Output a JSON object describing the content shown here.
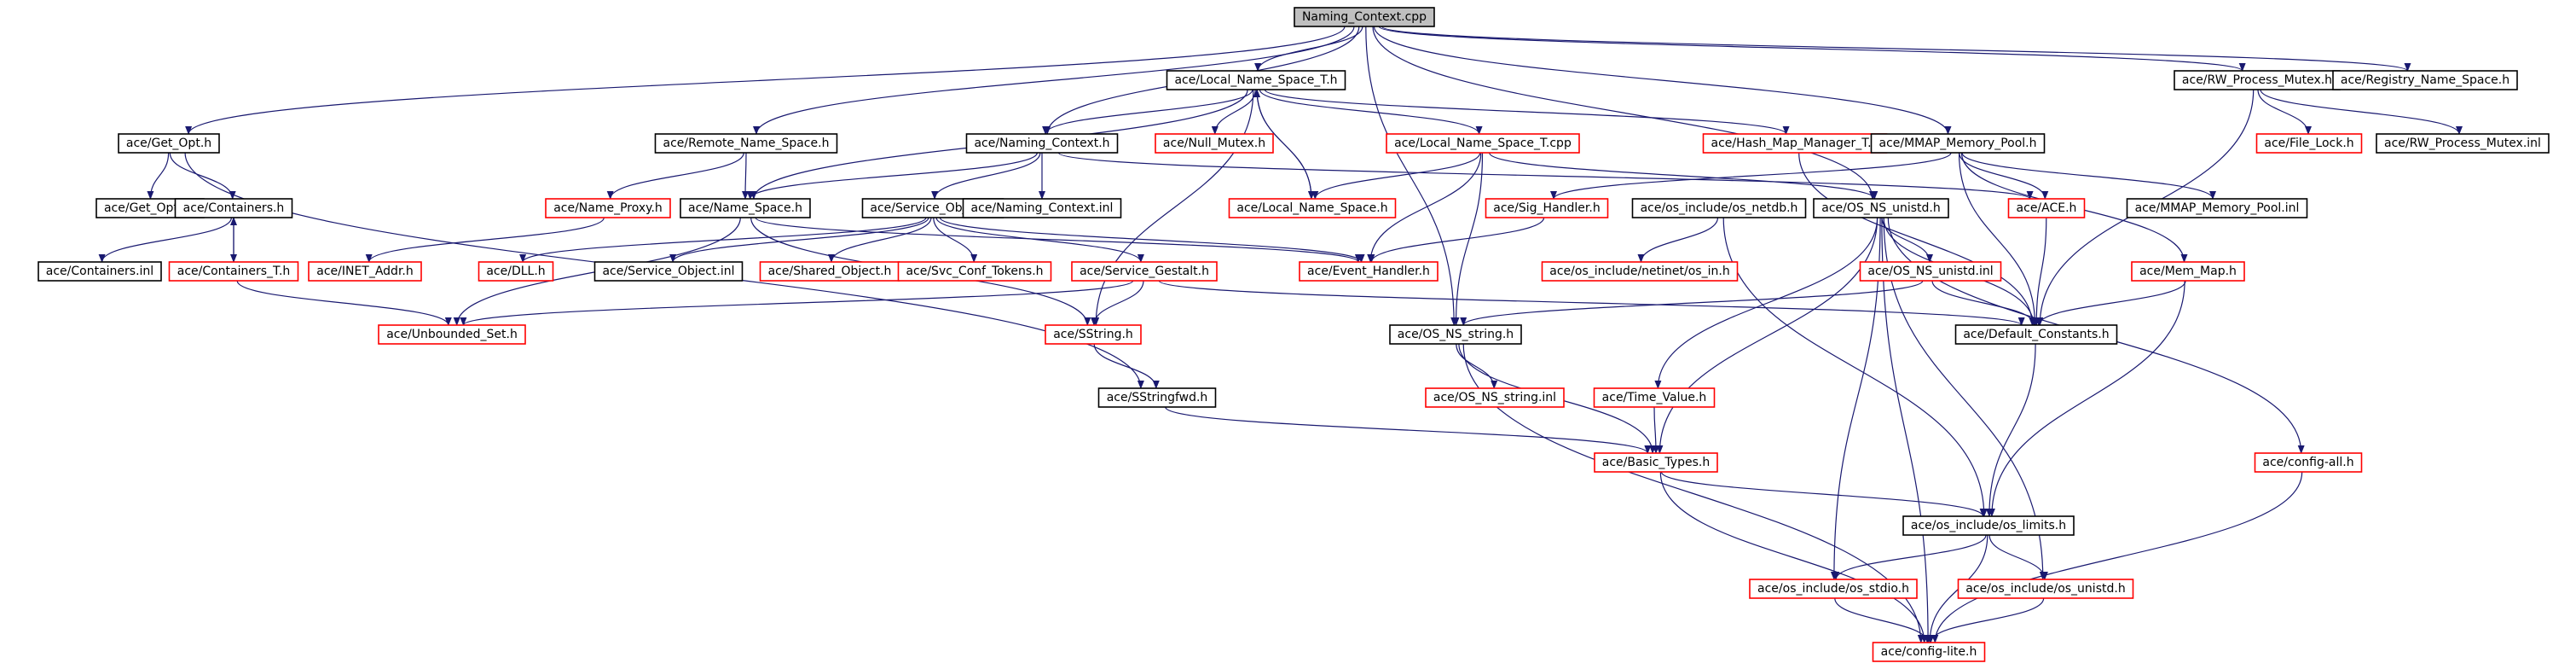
{
  "graph": {
    "nodes": [
      {
        "id": "n0",
        "label": "Naming_Context.cpp",
        "kind": "root"
      },
      {
        "id": "n1",
        "label": "ace/Local_Name_Space_T.h",
        "kind": "doc"
      },
      {
        "id": "n2",
        "label": "ace/RW_Process_Mutex.h",
        "kind": "doc"
      },
      {
        "id": "n3",
        "label": "ace/Registry_Name_Space.h",
        "kind": "doc"
      },
      {
        "id": "n4",
        "label": "ace/Get_Opt.h",
        "kind": "doc"
      },
      {
        "id": "n5",
        "label": "ace/Remote_Name_Space.h",
        "kind": "doc"
      },
      {
        "id": "n6",
        "label": "ace/Naming_Context.h",
        "kind": "doc"
      },
      {
        "id": "n7",
        "label": "ace/Null_Mutex.h",
        "kind": "nodoc"
      },
      {
        "id": "n8",
        "label": "ace/Local_Name_Space_T.cpp",
        "kind": "nodoc"
      },
      {
        "id": "n9",
        "label": "ace/Hash_Map_Manager_T.h",
        "kind": "nodoc"
      },
      {
        "id": "n10",
        "label": "ace/MMAP_Memory_Pool.h",
        "kind": "doc"
      },
      {
        "id": "n11",
        "label": "ace/File_Lock.h",
        "kind": "nodoc"
      },
      {
        "id": "n12",
        "label": "ace/RW_Process_Mutex.inl",
        "kind": "doc"
      },
      {
        "id": "n13",
        "label": "ace/Get_Opt.inl",
        "kind": "doc"
      },
      {
        "id": "n14",
        "label": "ace/Containers.h",
        "kind": "doc"
      },
      {
        "id": "n15",
        "label": "ace/Name_Proxy.h",
        "kind": "nodoc"
      },
      {
        "id": "n16",
        "label": "ace/Name_Space.h",
        "kind": "doc"
      },
      {
        "id": "n17",
        "label": "ace/Service_Object.h",
        "kind": "doc"
      },
      {
        "id": "n18",
        "label": "ace/Naming_Context.inl",
        "kind": "doc"
      },
      {
        "id": "n19",
        "label": "ace/Local_Name_Space.h",
        "kind": "nodoc"
      },
      {
        "id": "n20",
        "label": "ace/Sig_Handler.h",
        "kind": "nodoc"
      },
      {
        "id": "n21",
        "label": "ace/os_include/os_netdb.h",
        "kind": "doc"
      },
      {
        "id": "n22",
        "label": "ace/OS_NS_unistd.h",
        "kind": "doc"
      },
      {
        "id": "n23",
        "label": "ace/ACE.h",
        "kind": "nodoc"
      },
      {
        "id": "n24",
        "label": "ace/MMAP_Memory_Pool.inl",
        "kind": "doc"
      },
      {
        "id": "n25",
        "label": "ace/Containers.inl",
        "kind": "doc"
      },
      {
        "id": "n26",
        "label": "ace/Containers_T.h",
        "kind": "nodoc"
      },
      {
        "id": "n27",
        "label": "ace/INET_Addr.h",
        "kind": "nodoc"
      },
      {
        "id": "n28",
        "label": "ace/DLL.h",
        "kind": "nodoc"
      },
      {
        "id": "n29",
        "label": "ace/Service_Object.inl",
        "kind": "doc"
      },
      {
        "id": "n30",
        "label": "ace/Shared_Object.h",
        "kind": "nodoc"
      },
      {
        "id": "n31",
        "label": "ace/Svc_Conf_Tokens.h",
        "kind": "nodoc"
      },
      {
        "id": "n32",
        "label": "ace/Service_Gestalt.h",
        "kind": "nodoc"
      },
      {
        "id": "n33",
        "label": "ace/Event_Handler.h",
        "kind": "nodoc"
      },
      {
        "id": "n34",
        "label": "ace/os_include/netinet/os_in.h",
        "kind": "nodoc"
      },
      {
        "id": "n35",
        "label": "ace/OS_NS_unistd.inl",
        "kind": "nodoc"
      },
      {
        "id": "n36",
        "label": "ace/Mem_Map.h",
        "kind": "nodoc"
      },
      {
        "id": "n37",
        "label": "ace/Unbounded_Set.h",
        "kind": "nodoc"
      },
      {
        "id": "n38",
        "label": "ace/SString.h",
        "kind": "nodoc"
      },
      {
        "id": "n39",
        "label": "ace/OS_NS_string.h",
        "kind": "doc"
      },
      {
        "id": "n40",
        "label": "ace/Default_Constants.h",
        "kind": "doc"
      },
      {
        "id": "n41",
        "label": "ace/SStringfwd.h",
        "kind": "doc"
      },
      {
        "id": "n42",
        "label": "ace/OS_NS_string.inl",
        "kind": "nodoc"
      },
      {
        "id": "n43",
        "label": "ace/Time_Value.h",
        "kind": "nodoc"
      },
      {
        "id": "n44",
        "label": "ace/Basic_Types.h",
        "kind": "nodoc"
      },
      {
        "id": "n45",
        "label": "ace/config-all.h",
        "kind": "nodoc"
      },
      {
        "id": "n46",
        "label": "ace/os_include/os_limits.h",
        "kind": "doc"
      },
      {
        "id": "n47",
        "label": "ace/os_include/os_stdio.h",
        "kind": "nodoc"
      },
      {
        "id": "n48",
        "label": "ace/os_include/os_unistd.h",
        "kind": "nodoc"
      },
      {
        "id": "n49",
        "label": "ace/config-lite.h",
        "kind": "nodoc"
      }
    ],
    "edges": [
      [
        "n0",
        "n1"
      ],
      [
        "n0",
        "n2"
      ],
      [
        "n0",
        "n3"
      ],
      [
        "n0",
        "n4"
      ],
      [
        "n0",
        "n5"
      ],
      [
        "n0",
        "n6"
      ],
      [
        "n0",
        "n10"
      ],
      [
        "n0",
        "n22"
      ],
      [
        "n0",
        "n39"
      ],
      [
        "n1",
        "n7"
      ],
      [
        "n1",
        "n8"
      ],
      [
        "n1",
        "n9"
      ],
      [
        "n1",
        "n16"
      ],
      [
        "n1",
        "n19"
      ],
      [
        "n1",
        "n6"
      ],
      [
        "n1",
        "n38"
      ],
      [
        "n2",
        "n11"
      ],
      [
        "n2",
        "n12"
      ],
      [
        "n2",
        "n40"
      ],
      [
        "n4",
        "n13"
      ],
      [
        "n4",
        "n14"
      ],
      [
        "n4",
        "n41"
      ],
      [
        "n5",
        "n15"
      ],
      [
        "n5",
        "n16"
      ],
      [
        "n6",
        "n16"
      ],
      [
        "n6",
        "n17"
      ],
      [
        "n6",
        "n18"
      ],
      [
        "n6",
        "n23"
      ],
      [
        "n8",
        "n19"
      ],
      [
        "n8",
        "n22"
      ],
      [
        "n8",
        "n33"
      ],
      [
        "n8",
        "n39"
      ],
      [
        "n9",
        "n40"
      ],
      [
        "n10",
        "n20"
      ],
      [
        "n10",
        "n23"
      ],
      [
        "n10",
        "n24"
      ],
      [
        "n10",
        "n36"
      ],
      [
        "n10",
        "n40"
      ],
      [
        "n14",
        "n25"
      ],
      [
        "n14",
        "n26"
      ],
      [
        "n15",
        "n27"
      ],
      [
        "n16",
        "n33"
      ],
      [
        "n16",
        "n37"
      ],
      [
        "n16",
        "n38"
      ],
      [
        "n17",
        "n28"
      ],
      [
        "n17",
        "n29"
      ],
      [
        "n17",
        "n30"
      ],
      [
        "n17",
        "n31"
      ],
      [
        "n17",
        "n32"
      ],
      [
        "n17",
        "n33"
      ],
      [
        "n19",
        "n1"
      ],
      [
        "n20",
        "n33"
      ],
      [
        "n21",
        "n34"
      ],
      [
        "n21",
        "n46"
      ],
      [
        "n22",
        "n35"
      ],
      [
        "n22",
        "n40"
      ],
      [
        "n22",
        "n43"
      ],
      [
        "n22",
        "n44"
      ],
      [
        "n22",
        "n47"
      ],
      [
        "n22",
        "n48"
      ],
      [
        "n22",
        "n45"
      ],
      [
        "n22",
        "n49"
      ],
      [
        "n23",
        "n40"
      ],
      [
        "n26",
        "n14"
      ],
      [
        "n26",
        "n37"
      ],
      [
        "n32",
        "n37"
      ],
      [
        "n32",
        "n38"
      ],
      [
        "n32",
        "n40"
      ],
      [
        "n35",
        "n39"
      ],
      [
        "n35",
        "n40"
      ],
      [
        "n36",
        "n40"
      ],
      [
        "n36",
        "n46"
      ],
      [
        "n38",
        "n41"
      ],
      [
        "n39",
        "n42"
      ],
      [
        "n39",
        "n44"
      ],
      [
        "n39",
        "n49"
      ],
      [
        "n40",
        "n46"
      ],
      [
        "n41",
        "n44"
      ],
      [
        "n43",
        "n44"
      ],
      [
        "n44",
        "n46"
      ],
      [
        "n44",
        "n49"
      ],
      [
        "n45",
        "n49"
      ],
      [
        "n46",
        "n47"
      ],
      [
        "n46",
        "n48"
      ],
      [
        "n46",
        "n49"
      ],
      [
        "n47",
        "n49"
      ],
      [
        "n48",
        "n49"
      ]
    ],
    "colors": {
      "edge": "#191970",
      "documented_border": "#000000",
      "undocumented_border": "#ff0000",
      "root_fill": "#bfbfbf"
    }
  }
}
